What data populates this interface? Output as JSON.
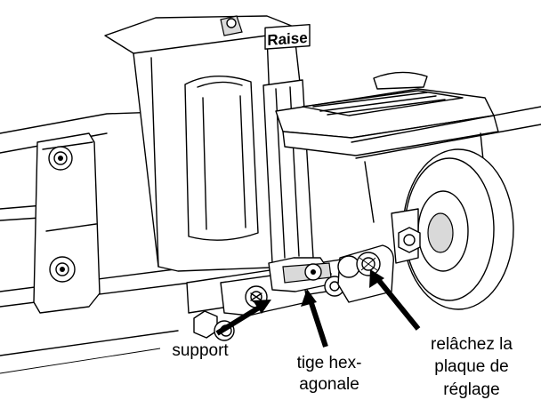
{
  "decal": {
    "text": "Raise"
  },
  "callouts": [
    {
      "id": "support",
      "lines": [
        "support"
      ]
    },
    {
      "id": "hex-rod",
      "lines": [
        "tige hex-",
        "agonale"
      ]
    },
    {
      "id": "release-plate",
      "lines": [
        "relâchez la",
        "plaque de",
        "réglage"
      ]
    }
  ]
}
